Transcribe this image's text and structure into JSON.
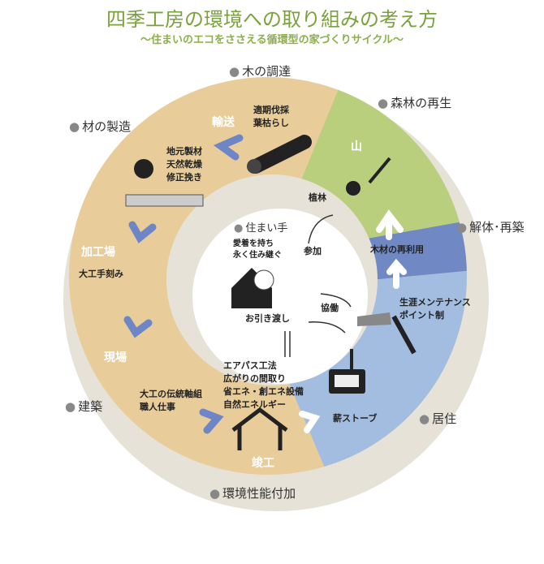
{
  "title": "四季工房の環境への取り組みの考え方",
  "subtitle": "〜住まいのエコをささえる循環型の家づくりサイクル〜",
  "stages": {
    "procure": "木の調達",
    "forest": "森林の再生",
    "manufacture": "材の製造",
    "dismantle": "解体･再築",
    "build": "建築",
    "live": "居住",
    "perf": "環境性能付加",
    "resident": "住まい手"
  },
  "labels": {
    "transport": "輸送",
    "fell": [
      "適期伐採",
      "葉枯らし"
    ],
    "local": [
      "地元製材",
      "天然乾燥",
      "修正挽き"
    ],
    "processing": "加工場",
    "hand": "大工手刻み",
    "site": "現場",
    "trad": [
      "大工の伝統軸組",
      "職人仕事"
    ],
    "done": "竣工",
    "features": [
      "エアパス工法",
      "広がりの間取り",
      "省エネ・創エネ設備",
      "自然エネルギー"
    ],
    "stove": "薪ストーブ",
    "maint": [
      "生涯メンテナンス",
      "ポイント制"
    ],
    "reuse": "木材の再利用",
    "mountain": "山",
    "plant": "植林",
    "join": "参加",
    "coop": "協働",
    "handover": "お引き渡し",
    "love": [
      "愛着を持ち",
      "永く住み継ぐ"
    ]
  },
  "colors": {
    "tan": "#e8cd9b",
    "green": "#b9cf7e",
    "darkblue": "#7089c4",
    "lightblue": "#a3bde0",
    "ring": "#e6e2d8",
    "title": "#7aa23a",
    "arrow": "#6f86c6"
  }
}
